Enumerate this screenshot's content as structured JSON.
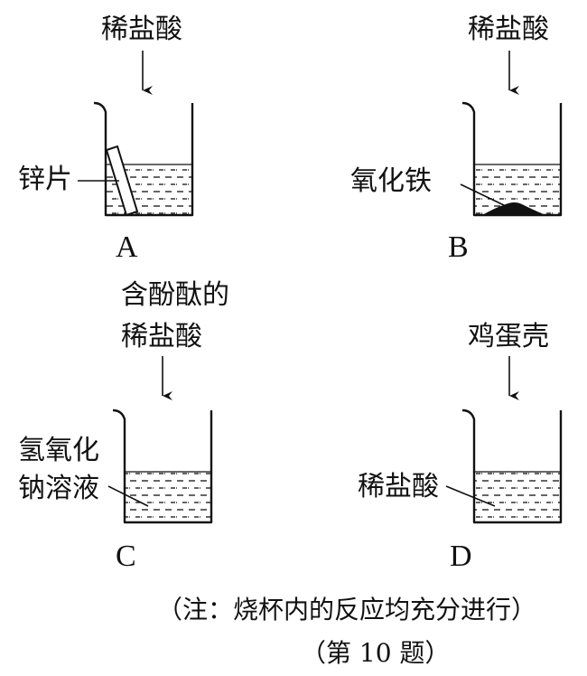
{
  "panels": {
    "a": {
      "letter": "A",
      "reagent": "稀盐酸",
      "callout": "锌片"
    },
    "b": {
      "letter": "B",
      "reagent": "稀盐酸",
      "callout": "氧化铁"
    },
    "c": {
      "letter": "C",
      "reagent_line1": "含酚酞的",
      "reagent_line2": "稀盐酸",
      "callout_line1": "氢氧化",
      "callout_line2": "钠溶液"
    },
    "d": {
      "letter": "D",
      "reagent": "鸡蛋壳",
      "callout": "稀盐酸"
    }
  },
  "footer": {
    "note": "（注：烧杯内的反应均充分进行）",
    "question": "（第 10 题）"
  },
  "colors": {
    "ink": "#111111",
    "background": "#ffffff"
  }
}
